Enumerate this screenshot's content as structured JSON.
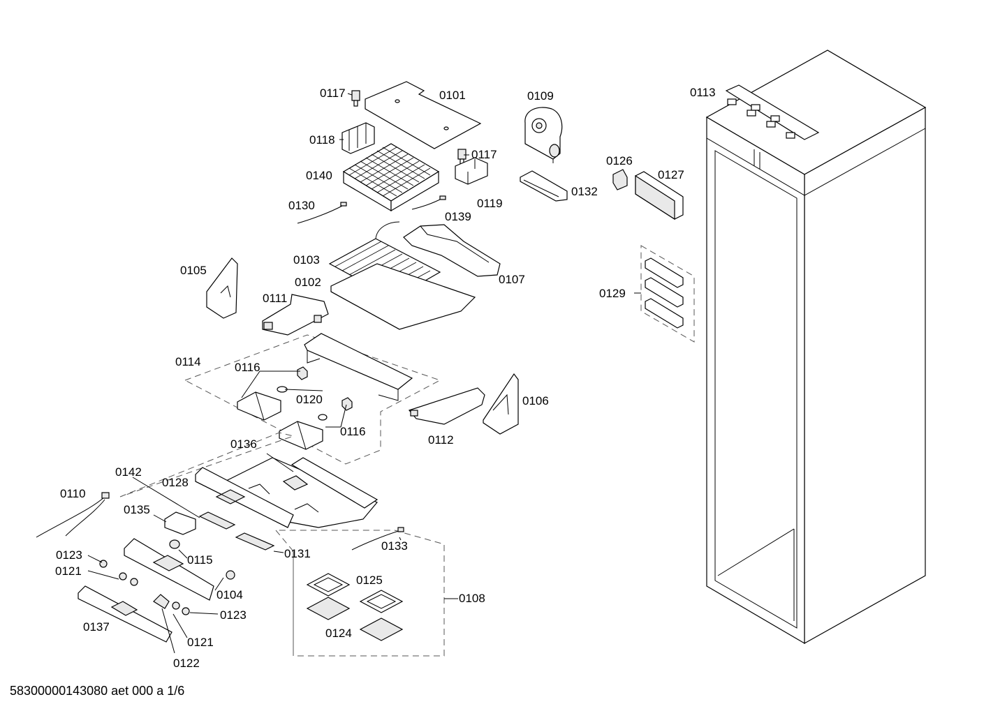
{
  "document_id": "58300000143080 aet 000 a 1/6",
  "part_labels": {
    "p0101": "0101",
    "p0102": "0102",
    "p0103": "0103",
    "p0104": "0104",
    "p0105": "0105",
    "p0106": "0106",
    "p0107": "0107",
    "p0108": "0108",
    "p0109": "0109",
    "p0110": "0110",
    "p0111": "0111",
    "p0112": "0112",
    "p0113": "0113",
    "p0114": "0114",
    "p0115": "0115",
    "p0116a": "0116",
    "p0116b": "0116",
    "p0117a": "0117",
    "p0117b": "0117",
    "p0118": "0118",
    "p0119": "0119",
    "p0120": "0120",
    "p0121a": "0121",
    "p0121b": "0121",
    "p0122": "0122",
    "p0123a": "0123",
    "p0123b": "0123",
    "p0124": "0124",
    "p0125": "0125",
    "p0126": "0126",
    "p0127": "0127",
    "p0128": "0128",
    "p0129": "0129",
    "p0130": "0130",
    "p0131": "0131",
    "p0132": "0132",
    "p0133": "0133",
    "p0135": "0135",
    "p0136": "0136",
    "p0137": "0137",
    "p0139": "0139",
    "p0140": "0140",
    "p0142": "0142"
  }
}
